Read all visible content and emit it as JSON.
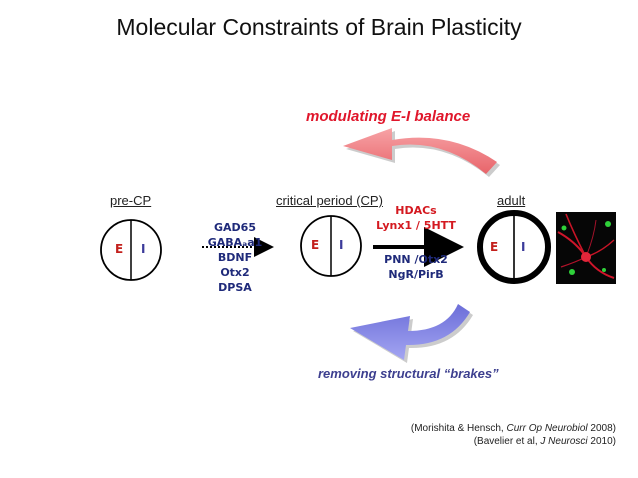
{
  "title": "Molecular Constraints of Brain Plasticity",
  "top_arrow_label": "modulating E-I balance",
  "bottom_arrow_label": "removing structural “brakes”",
  "stages": {
    "pre_cp": "pre-CP",
    "cp": "critical period (CP)",
    "adult": "adult"
  },
  "circle_letters": {
    "e": "E",
    "i": "I"
  },
  "left_factors": [
    "GAD65",
    "GABAₐa1",
    "BDNF",
    "Otx2",
    "DPSA"
  ],
  "right_top_factors": [
    "HDACs",
    "Lynx1 / 5HTT"
  ],
  "right_bottom_factors": [
    "PNN /Otx2",
    "NgR/PirB"
  ],
  "references": [
    {
      "pre": "(Morishita & Hensch, ",
      "journal": "Curr Op Neurobiol",
      "post": " 2008)"
    },
    {
      "pre": "(Bavelier et al, ",
      "journal": "J Neurosci",
      "post": " 2010)"
    }
  ],
  "colors": {
    "red_text": "#e0162b",
    "navy_text": "#1f2a7a",
    "pink_arrow": "#f07a7e",
    "blue_arrow": "#7d7fe4",
    "e_letter": "#c3201c",
    "i_letter": "#3b3a9a"
  }
}
